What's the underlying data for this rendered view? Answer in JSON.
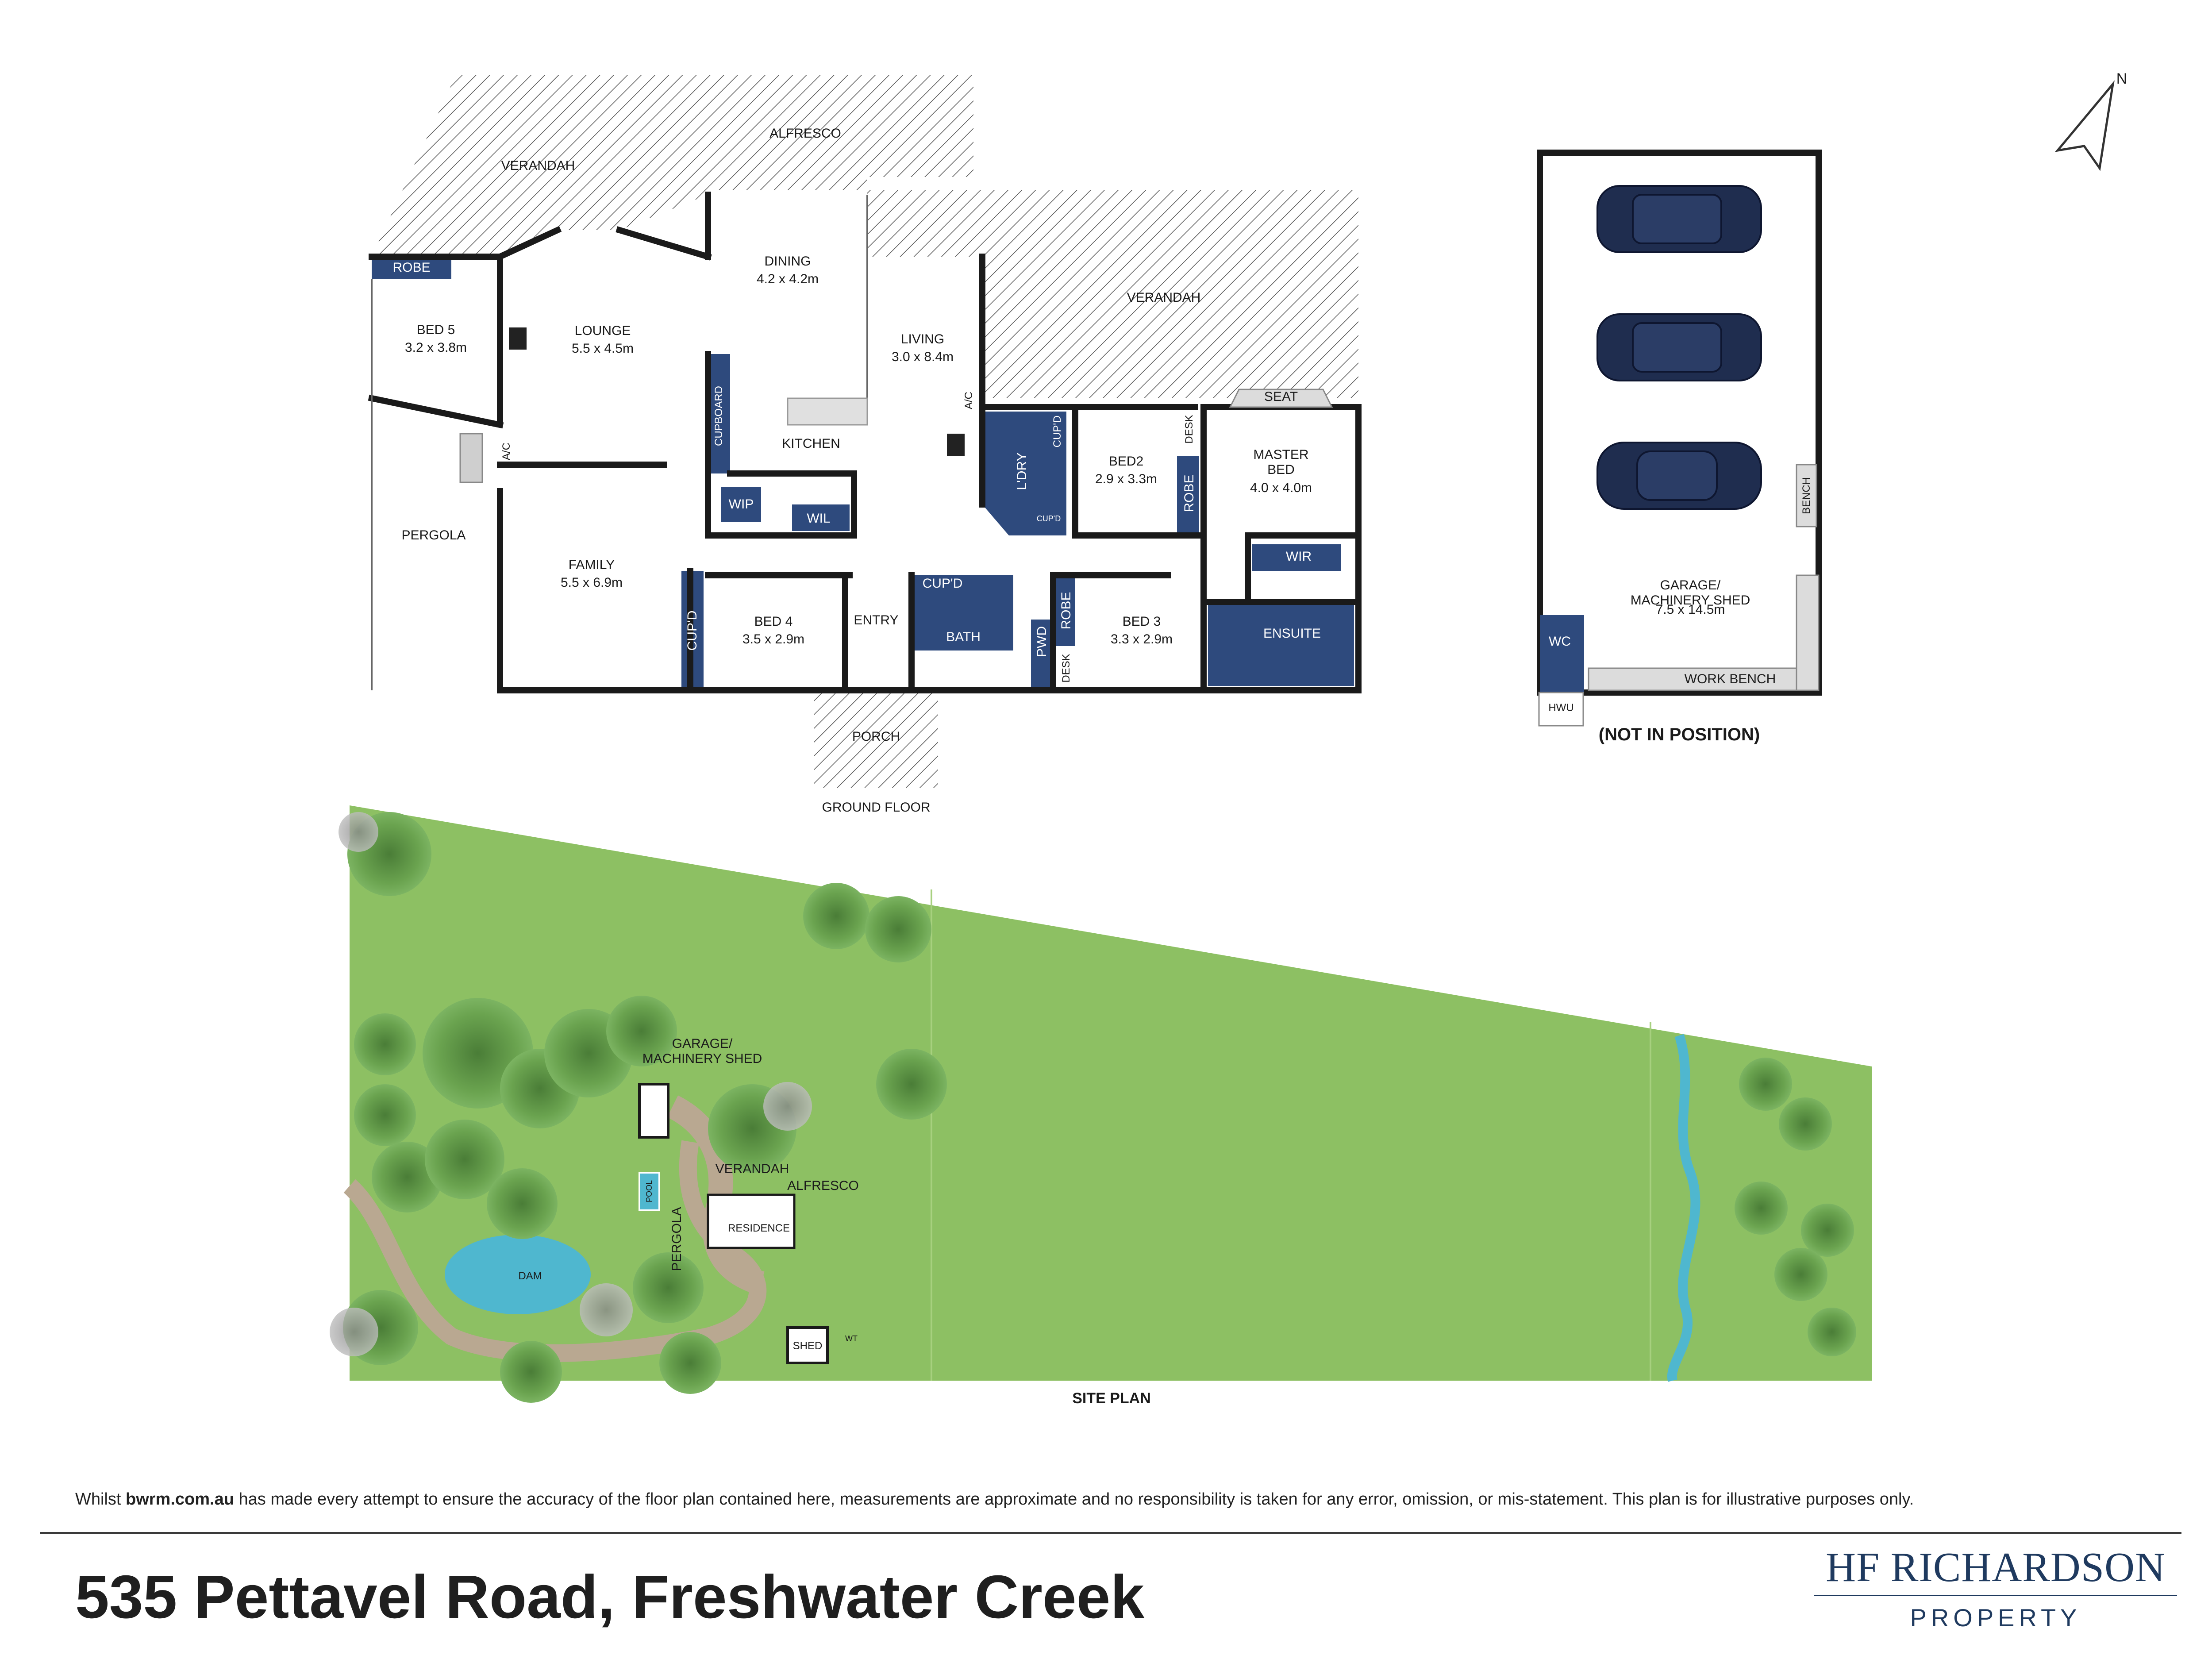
{
  "floor_plan": {
    "caption": "GROUND FLOOR",
    "rooms": {
      "alfresco": "ALFRESCO",
      "verandah_west": "VERANDAH",
      "verandah_east": "VERANDAH",
      "robe_bed5": "ROBE",
      "bed5_name": "BED 5",
      "bed5_dim": "3.2 x 3.8m",
      "lounge_name": "LOUNGE",
      "lounge_dim": "5.5 x 4.5m",
      "dining_name": "DINING",
      "dining_dim": "4.2 x 4.2m",
      "living_name": "LIVING",
      "living_dim": "3.0 x 8.4m",
      "kitchen": "KITCHEN",
      "cupboard": "CUPBOARD",
      "wip": "WIP",
      "wil": "WIL",
      "ac_left": "A/C",
      "ac_right": "A/C",
      "pergola": "PERGOLA",
      "family_name": "FAMILY",
      "family_dim": "5.5 x 6.9m",
      "cupd_family": "CUP'D",
      "bed4_name": "BED 4",
      "bed4_dim": "3.5 x 2.9m",
      "entry": "ENTRY",
      "cupd_bath": "CUP'D",
      "bath": "BATH",
      "pwd": "PWD",
      "porch": "PORCH",
      "ldry": "L'DRY",
      "cupd_ldry": "CUP'D",
      "cupd_small": "CUP'D",
      "bed2_name": "BED2",
      "bed2_dim": "2.9 x 3.3m",
      "desk_bed2": "DESK",
      "robe_bed2": "ROBE",
      "seat": "SEAT",
      "master_name": "MASTER\nBED",
      "master_dim": "4.0 x 4.0m",
      "wir": "WIR",
      "ensuite": "ENSUITE",
      "robe_bed3": "ROBE",
      "desk_bed3": "DESK",
      "bed3_name": "BED 3",
      "bed3_dim": "3.3 x 2.9m"
    }
  },
  "shed_plan": {
    "title": "GARAGE/\nMACHINERY SHED",
    "dim": "7.5 x 14.5m",
    "wc": "WC",
    "hwu": "HWU",
    "work_bench": "WORK BENCH",
    "bench": "BENCH",
    "note": "(NOT IN POSITION)"
  },
  "compass": {
    "label": "N"
  },
  "site_plan": {
    "caption": "SITE PLAN",
    "garage": "GARAGE/\nMACHINERY SHED",
    "verandah": "VERANDAH",
    "alfresco": "ALFRESCO",
    "residence": "RESIDENCE",
    "pergola": "PERGOLA",
    "pool": "POOL",
    "dam": "DAM",
    "shed": "SHED",
    "wt": "WT"
  },
  "footer": {
    "disclaimer_pre": "Whilst ",
    "disclaimer_site": "bwrm.com.au",
    "disclaimer_post": " has made every attempt to ensure the accuracy of the floor plan contained here, measurements are approximate and no responsibility is taken for any error, omission, or mis-statement. This plan is for illustrative purposes only.",
    "address": "535 Pettavel Road, Freshwater Creek",
    "brand_name": "HF RICHARDSON",
    "brand_sub": "PROPERTY"
  },
  "colors": {
    "wall": "#1a1a1a",
    "wet_area": "#2e4a7d",
    "grass": "#8dc063",
    "tree": "#5e9a45",
    "water": "#4fb7cf",
    "path": "#b9a891",
    "brand": "#1f3a5f"
  }
}
